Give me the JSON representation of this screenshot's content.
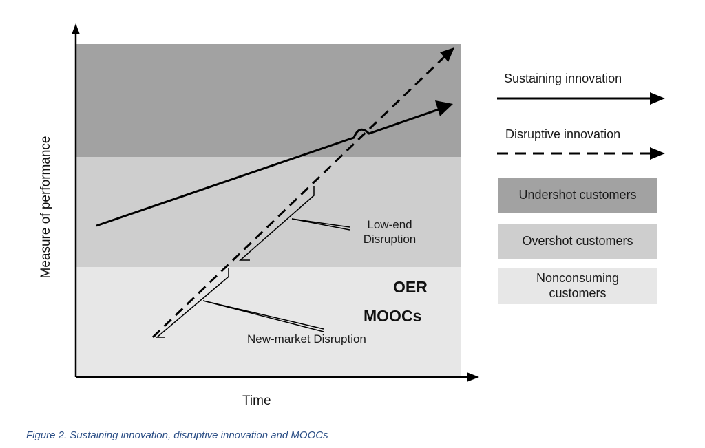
{
  "axes": {
    "y_label": "Measure of performance",
    "x_label": "Time"
  },
  "legend": {
    "sustaining": "Sustaining innovation",
    "disruptive": "Disruptive innovation",
    "undershot": "Undershot customers",
    "overshot": "Overshot customers",
    "nonconsuming_line1": "Nonconsuming",
    "nonconsuming_line2": "customers"
  },
  "annotations": {
    "low_end_line1": "Low-end",
    "low_end_line2": "Disruption",
    "new_market": "New-market Disruption",
    "oer": "OER",
    "moocs": "MOOCs"
  },
  "caption": "Figure 2. Sustaining innovation, disruptive innovation and MOOCs",
  "colors": {
    "undershot_band": "#a2a2a2",
    "overshot_band": "#cecece",
    "nonconsuming_band": "#e7e7e7",
    "caption": "#2c4f86"
  }
}
